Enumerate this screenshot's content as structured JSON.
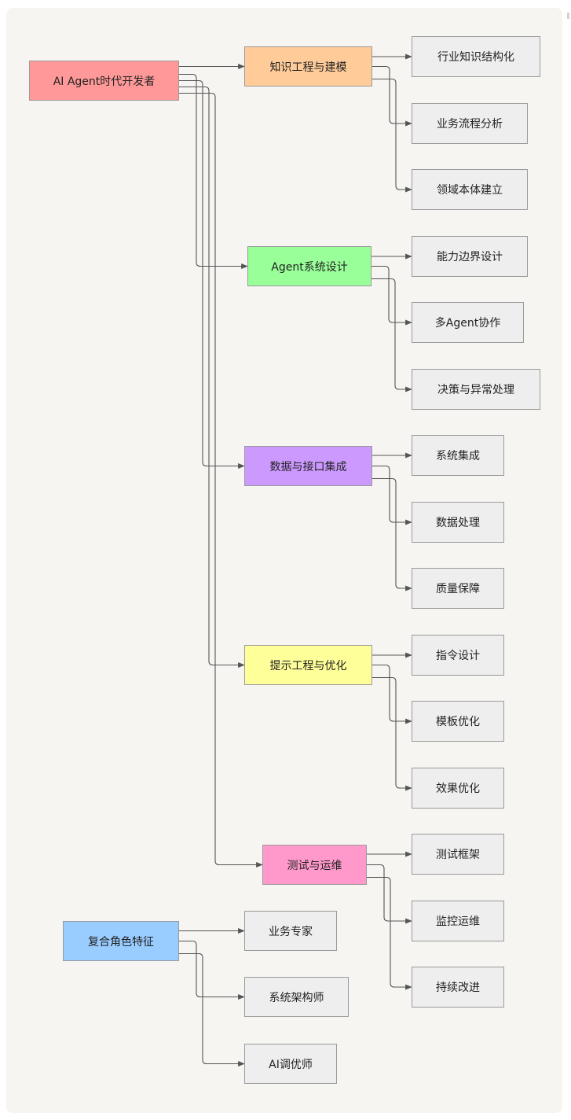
{
  "nodes": {
    "root": {
      "label": "AI Agent时代开发者",
      "color": "#ff9999"
    },
    "knowledge": {
      "label": "知识工程与建模",
      "color": "#ffcc99"
    },
    "agent_design": {
      "label": "Agent系统设计",
      "color": "#99ff99"
    },
    "data": {
      "label": "数据与接口集成",
      "color": "#cc99ff"
    },
    "prompt": {
      "label": "提示工程与优化",
      "color": "#ffff99"
    },
    "testing": {
      "label": "测试与运维",
      "color": "#ff99cc"
    },
    "k1": {
      "label": "行业知识结构化",
      "color": "#eeeeee"
    },
    "k2": {
      "label": "业务流程分析",
      "color": "#eeeeee"
    },
    "k3": {
      "label": "领域本体建立",
      "color": "#eeeeee"
    },
    "a1": {
      "label": "能力边界设计",
      "color": "#eeeeee"
    },
    "a2": {
      "label": "多Agent协作",
      "color": "#eeeeee"
    },
    "a3": {
      "label": "决策与异常处理",
      "color": "#eeeeee"
    },
    "d1": {
      "label": "系统集成",
      "color": "#eeeeee"
    },
    "d2": {
      "label": "数据处理",
      "color": "#eeeeee"
    },
    "d3": {
      "label": "质量保障",
      "color": "#eeeeee"
    },
    "p1": {
      "label": "指令设计",
      "color": "#eeeeee"
    },
    "p2": {
      "label": "模板优化",
      "color": "#eeeeee"
    },
    "p3": {
      "label": "效果优化",
      "color": "#eeeeee"
    },
    "t1": {
      "label": "测试框架",
      "color": "#eeeeee"
    },
    "t2": {
      "label": "监控运维",
      "color": "#eeeeee"
    },
    "t3": {
      "label": "持续改进",
      "color": "#eeeeee"
    },
    "role": {
      "label": "复合角色特征",
      "color": "#99ccff"
    },
    "r1": {
      "label": "业务专家",
      "color": "#eeeeee"
    },
    "r2": {
      "label": "系统架构师",
      "color": "#eeeeee"
    },
    "r3": {
      "label": "AI调优师",
      "color": "#eeeeee"
    }
  },
  "edges": [
    [
      "root",
      "knowledge"
    ],
    [
      "root",
      "agent_design"
    ],
    [
      "root",
      "data"
    ],
    [
      "root",
      "prompt"
    ],
    [
      "root",
      "testing"
    ],
    [
      "knowledge",
      "k1"
    ],
    [
      "knowledge",
      "k2"
    ],
    [
      "knowledge",
      "k3"
    ],
    [
      "agent_design",
      "a1"
    ],
    [
      "agent_design",
      "a2"
    ],
    [
      "agent_design",
      "a3"
    ],
    [
      "data",
      "d1"
    ],
    [
      "data",
      "d2"
    ],
    [
      "data",
      "d3"
    ],
    [
      "prompt",
      "p1"
    ],
    [
      "prompt",
      "p2"
    ],
    [
      "prompt",
      "p3"
    ],
    [
      "testing",
      "t1"
    ],
    [
      "testing",
      "t2"
    ],
    [
      "testing",
      "t3"
    ],
    [
      "role",
      "r1"
    ],
    [
      "role",
      "r2"
    ],
    [
      "role",
      "r3"
    ]
  ],
  "colors": {
    "edge": "#555555",
    "canvas": "#f6f5f2",
    "node_border": "#9a9a9a"
  }
}
